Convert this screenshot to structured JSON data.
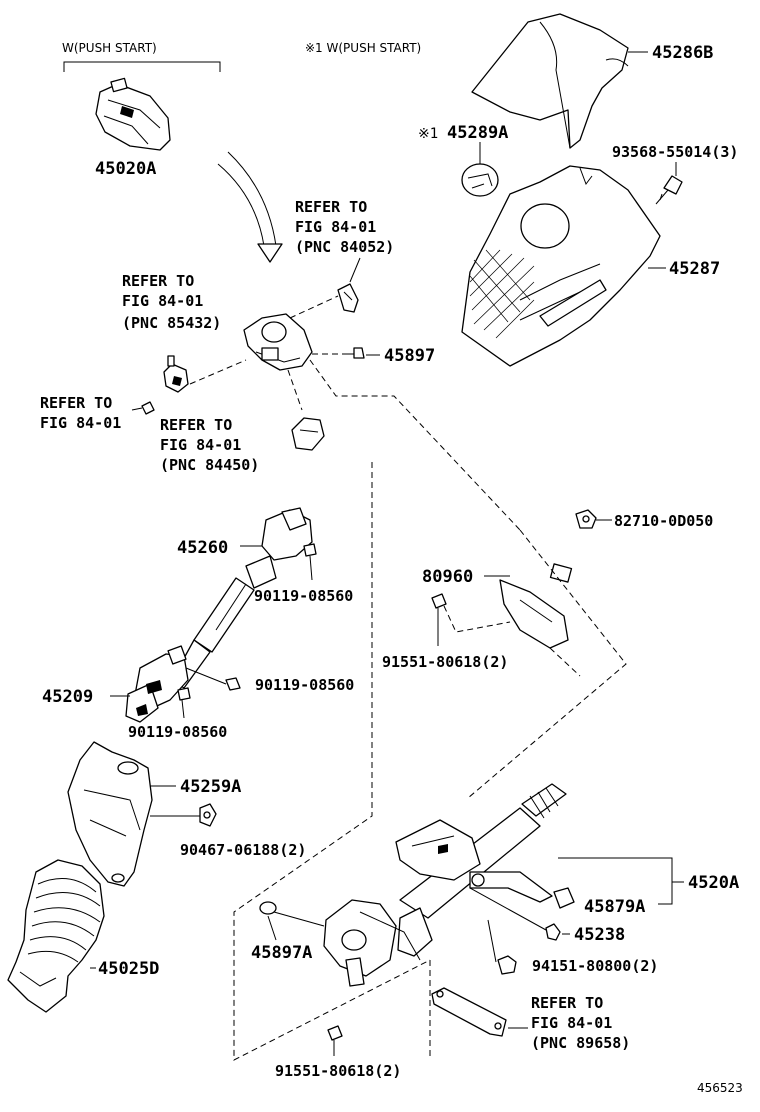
{
  "captions": {
    "push_start_left": "W(PUSH START)",
    "push_start_note": "※1 W(PUSH START)"
  },
  "parts": {
    "p45020A": "45020A",
    "p45286B": "45286B",
    "p45289A": "45289A",
    "p45289A_mark": "※1",
    "p93568": "93568-55014(3)",
    "p45287": "45287",
    "p45897": "45897",
    "p82710": "82710-0D050",
    "p80960": "80960",
    "p45260": "45260",
    "p90119_a": "90119-08560",
    "p90119_b": "90119-08560",
    "p90119_c": "90119-08560",
    "p45209": "45209",
    "p91551_a": "91551-80618(2)",
    "p45259A": "45259A",
    "p90467": "90467-06188(2)",
    "p45520A": "4520A",
    "p45879A": "45879A",
    "p45238": "45238",
    "p45897A": "45897A",
    "p94151": "94151-80800(2)",
    "p45025D": "45025D",
    "p91551_b": "91551-80618(2)"
  },
  "refs": {
    "r1": {
      "l1": "REFER TO",
      "l2": "FIG 84-01",
      "l3": "(PNC 84052)"
    },
    "r2": {
      "l1": "REFER TO",
      "l2": "FIG 84-01",
      "l3": "(PNC 85432)"
    },
    "r3": {
      "l1": "REFER TO",
      "l2": "FIG 84-01"
    },
    "r4": {
      "l1": "REFER TO",
      "l2": "FIG 84-01",
      "l3": "(PNC 84450)"
    },
    "r5": {
      "l1": "REFER TO",
      "l2": "FIG 84-01",
      "l3": "(PNC 89658)"
    }
  },
  "illustration_number": "456523"
}
